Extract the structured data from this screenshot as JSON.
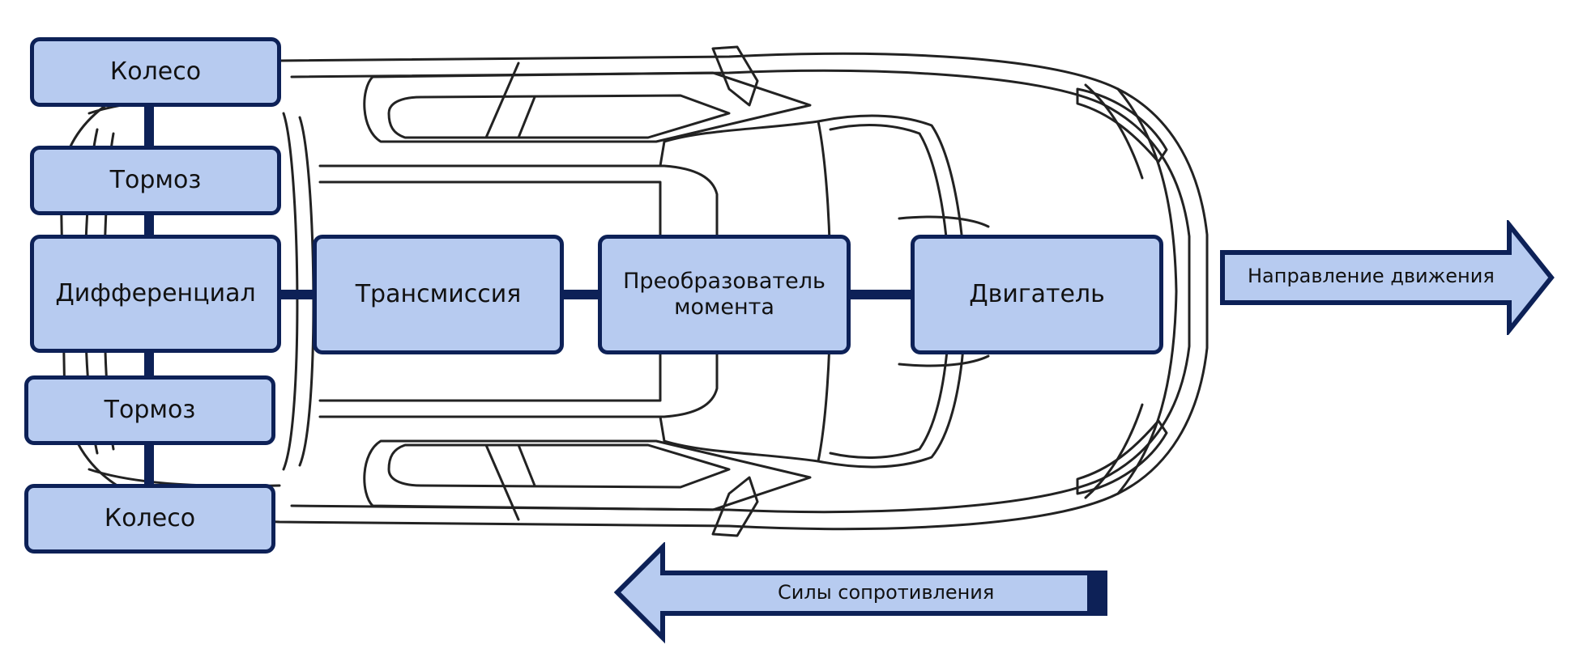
{
  "colors": {
    "box_fill": "#b7cbf0",
    "box_border": "#0d2157",
    "connector": "#0d2157",
    "arrow_fill": "#b7cbf0",
    "arrow_border": "#0d2157",
    "car_outline": "#222222"
  },
  "icons": {
    "car": "car-top-view-outline-icon"
  },
  "blocks": {
    "wheel_top": "Колесо",
    "brake_top": "Тормоз",
    "differential": "Дифференциал",
    "brake_bottom": "Тормоз",
    "wheel_bottom": "Колесо",
    "transmission": "Трансмиссия",
    "torque_converter_line1": "Преобразователь",
    "torque_converter_line2": "момента",
    "engine": "Двигатель"
  },
  "arrows": {
    "direction_of_motion": "Направление движения",
    "resistance_forces": "Силы сопротивления"
  }
}
